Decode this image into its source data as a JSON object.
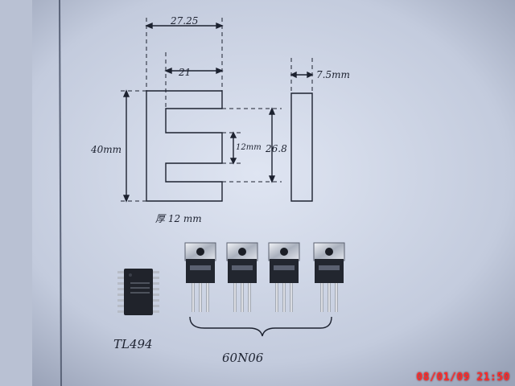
{
  "drawing": {
    "dim_total_width": "27.25",
    "dim_inner_width": "21",
    "dim_thickness": "7.5mm",
    "dim_height": "40mm",
    "dim_slot": "12mm",
    "dim_window": "26.8",
    "dim_depth": "厚 12 mm"
  },
  "components": {
    "ic_label": "TL494",
    "mosfet_label": "60N06",
    "mosfet_count": 4
  },
  "camera": {
    "timestamp": "08/01/09 21:50"
  },
  "colors": {
    "paper": "#cfd6e6",
    "ink": "#1d2230",
    "stamp": "#ff2a2a"
  }
}
